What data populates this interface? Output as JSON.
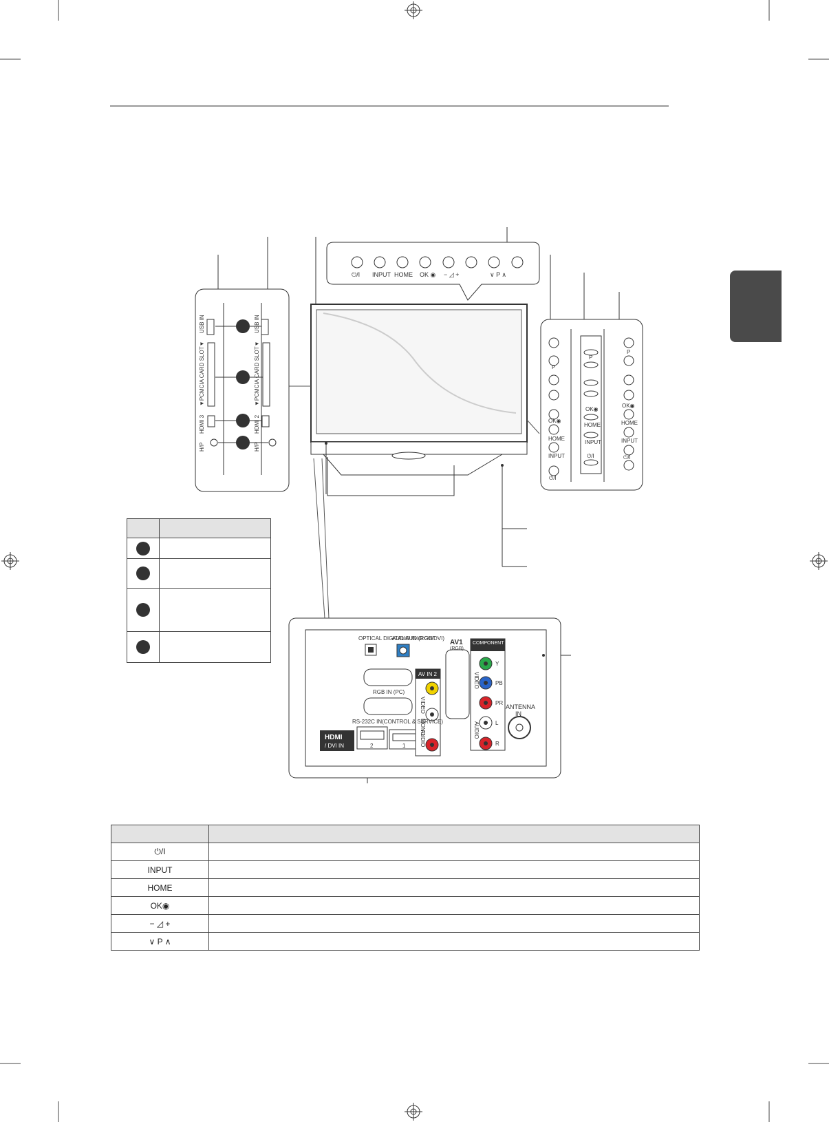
{
  "top_panel_labels": [
    "⏻/I",
    "INPUT",
    "HOME",
    "OK ◉",
    "− ◿ +",
    "∨ P ∧"
  ],
  "side_panel_a": {
    "usb": "USB IN",
    "pcmcia": "▼PCMCIA CARD SLOT▼",
    "hdmi": "HDMI 3",
    "hp": "H/P"
  },
  "side_panel_b": {
    "usb": "USB IN",
    "pcmcia": "▼PCMCIA CARD SLOT▼",
    "hdmi": "HDMI 2",
    "hp": "H/P"
  },
  "right_panel_1": [
    "P",
    "HOME",
    "INPUT",
    "⏻/I",
    "OK◉"
  ],
  "right_panel_2": [
    "P",
    "OK◉",
    "HOME",
    "INPUT",
    "⏻/I"
  ],
  "right_panel_3": [
    "P",
    "OK◉",
    "HOME",
    "INPUT",
    "⏻/I"
  ],
  "rear_panel": {
    "optical": "OPTICAL DIGITAL AUDIO OUT",
    "audio_in": "AUDIO IN (RGB/DVI)",
    "rgb_in": "RGB IN (PC)",
    "rs232": "RS-232C IN(CONTROL & SERVICE)",
    "hdmi_logo": "HDMI",
    "dvi_in": "/ DVI IN",
    "hdmi_port_2": "2",
    "hdmi_port_1": "1",
    "av_in_2": "AV IN 2",
    "video": "VIDEO",
    "mono": "MONO",
    "audio": "AUDIO",
    "av1": "AV1",
    "av1_rgb": "(RGB)",
    "component_in": "COMPONENT IN",
    "comp_video": "VIDEO",
    "comp_audio": "AUDIO",
    "y": "Y",
    "pb": "PB",
    "pr": "PR",
    "l": "L",
    "r": "R",
    "antenna_1": "ANTENNA",
    "antenna_2": "IN"
  },
  "button_table": {
    "rows": [
      "⏻/I",
      "INPUT",
      "HOME",
      "OK◉",
      "− ◿ +",
      "∨  P  ∧"
    ]
  },
  "number_table_rows": 4,
  "colors": {
    "tab_marker": "#4a4a4a",
    "table_header": "#e3e3e3",
    "audio_in_blue": "#2f7fc4",
    "yellow": "#f0d200",
    "green": "#2aa84a",
    "blue": "#2a64c8",
    "red": "#d8242a"
  }
}
